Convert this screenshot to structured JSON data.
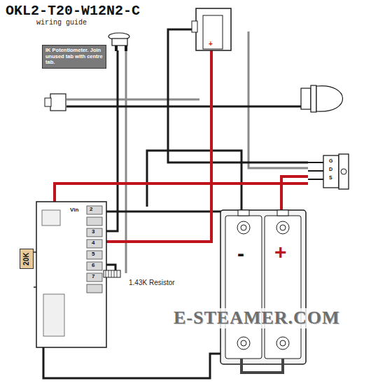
{
  "diagram": {
    "title": "OKL2-T20-W12N2-C",
    "nodes": [
      {
        "text": [
          "IK Potentiometer. Join unused tab with centre tab."
        ]
      },
      {
        "text": [
          "20K"
        ]
      }
    ],
    "labels": [
      "wiring guide",
      "1.43K Resistor",
      "E-STEAMER.COM",
      "-",
      "+",
      "+",
      "G",
      "D",
      "S",
      "Vin",
      "2",
      "3",
      "4",
      "5",
      "6",
      "7"
    ]
  }
}
